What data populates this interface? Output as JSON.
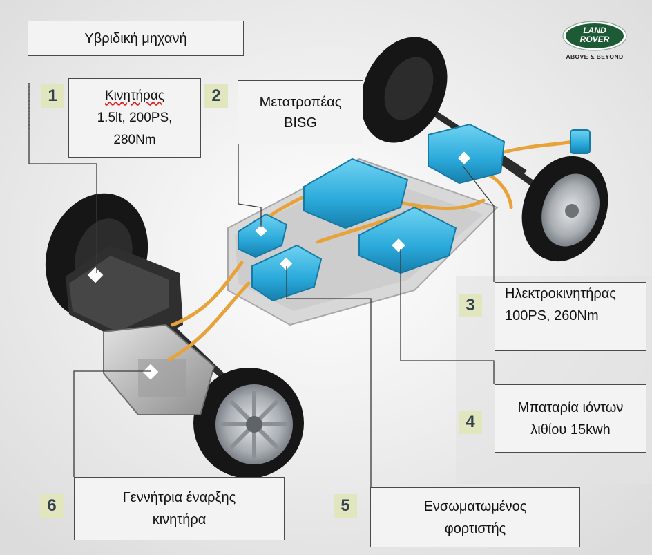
{
  "title": "Υβριδική μηχανή",
  "logo": {
    "line1": "LAND",
    "line2": "ROVER",
    "tagline": "ABOVE & BEYOND",
    "color": "#1d5a36"
  },
  "colors": {
    "battery": "#2fb3e0",
    "battery_dark": "#1a86b4",
    "cable": "#e8a23a",
    "tire": "#1a1a1a",
    "rim": "#b9bec3",
    "engine": "#3a3a3a"
  },
  "callouts": [
    {
      "number": "1",
      "lines": [
        "Κινητήρας",
        "1.5lt, 200PS,",
        "280Nm"
      ]
    },
    {
      "number": "2",
      "lines": [
        "Μετατροπέας",
        "BISG"
      ]
    },
    {
      "number": "3",
      "lines": [
        "Ηλεκτροκινητήρας",
        "100PS, 260Nm"
      ]
    },
    {
      "number": "4",
      "lines": [
        "Μπαταρία ιόντων",
        "λιθίου 15kwh"
      ]
    },
    {
      "number": "5",
      "lines": [
        "Ενσωματωμένος",
        "φορτιστής"
      ]
    },
    {
      "number": "6",
      "lines": [
        "Γεννήτρια έναρξης",
        "κινητήρα"
      ]
    }
  ]
}
